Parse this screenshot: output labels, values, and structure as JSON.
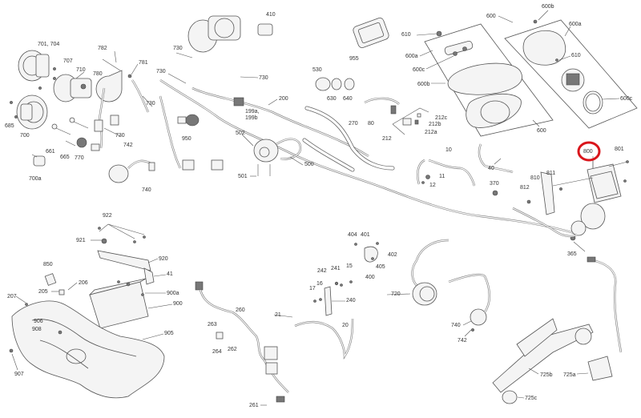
{
  "diagram": {
    "title": "Electrical system exploded parts diagram",
    "highlight": {
      "part": "800",
      "color": "#d9151b"
    },
    "labels": [
      {
        "id": "701-704",
        "text": "701, 704"
      },
      {
        "id": "707",
        "text": "707"
      },
      {
        "id": "710",
        "text": "710"
      },
      {
        "id": "782",
        "text": "782"
      },
      {
        "id": "780",
        "text": "780"
      },
      {
        "id": "781",
        "text": "781"
      },
      {
        "id": "730a",
        "text": "730"
      },
      {
        "id": "685a",
        "text": "685"
      },
      {
        "id": "700",
        "text": "700"
      },
      {
        "id": "730b",
        "text": "730"
      },
      {
        "id": "661",
        "text": "661"
      },
      {
        "id": "665",
        "text": "665"
      },
      {
        "id": "770",
        "text": "770"
      },
      {
        "id": "742a",
        "text": "742"
      },
      {
        "id": "700a",
        "text": "700a"
      },
      {
        "id": "740a",
        "text": "740"
      },
      {
        "id": "410",
        "text": "410"
      },
      {
        "id": "730c",
        "text": "730"
      },
      {
        "id": "730d",
        "text": "730"
      },
      {
        "id": "730e",
        "text": "730"
      },
      {
        "id": "200",
        "text": "200"
      },
      {
        "id": "199",
        "text": "199a,\n199b"
      },
      {
        "id": "950",
        "text": "950"
      },
      {
        "id": "502",
        "text": "502"
      },
      {
        "id": "500",
        "text": "500"
      },
      {
        "id": "501",
        "text": "501"
      },
      {
        "id": "955",
        "text": "955"
      },
      {
        "id": "610a",
        "text": "610"
      },
      {
        "id": "600a1",
        "text": "600a"
      },
      {
        "id": "600c1",
        "text": "600c"
      },
      {
        "id": "600b1",
        "text": "600b"
      },
      {
        "id": "530",
        "text": "530"
      },
      {
        "id": "630",
        "text": "630"
      },
      {
        "id": "640",
        "text": "640"
      },
      {
        "id": "270",
        "text": "270"
      },
      {
        "id": "80",
        "text": "80"
      },
      {
        "id": "212c",
        "text": "212c"
      },
      {
        "id": "212b",
        "text": "212b"
      },
      {
        "id": "212a",
        "text": "212a"
      },
      {
        "id": "212",
        "text": "212"
      },
      {
        "id": "10",
        "text": "10"
      },
      {
        "id": "11",
        "text": "11"
      },
      {
        "id": "12",
        "text": "12"
      },
      {
        "id": "600t",
        "text": "600"
      },
      {
        "id": "600b2",
        "text": "600b"
      },
      {
        "id": "600a2",
        "text": "600a"
      },
      {
        "id": "610b",
        "text": "610"
      },
      {
        "id": "600c2",
        "text": "600c"
      },
      {
        "id": "600m",
        "text": "600"
      },
      {
        "id": "40",
        "text": "40"
      },
      {
        "id": "800",
        "text": "800"
      },
      {
        "id": "801",
        "text": "801"
      },
      {
        "id": "370",
        "text": "370"
      },
      {
        "id": "810",
        "text": "810"
      },
      {
        "id": "811",
        "text": "811"
      },
      {
        "id": "812",
        "text": "812"
      },
      {
        "id": "365",
        "text": "365"
      },
      {
        "id": "922",
        "text": "922"
      },
      {
        "id": "921",
        "text": "921"
      },
      {
        "id": "920",
        "text": "920"
      },
      {
        "id": "850",
        "text": "850"
      },
      {
        "id": "41",
        "text": "41"
      },
      {
        "id": "206",
        "text": "206"
      },
      {
        "id": "205",
        "text": "205"
      },
      {
        "id": "900a",
        "text": "900a"
      },
      {
        "id": "207",
        "text": "207"
      },
      {
        "id": "900",
        "text": "900"
      },
      {
        "id": "906",
        "text": "906"
      },
      {
        "id": "908",
        "text": "908"
      },
      {
        "id": "905",
        "text": "905"
      },
      {
        "id": "907",
        "text": "907"
      },
      {
        "id": "404",
        "text": "404"
      },
      {
        "id": "401",
        "text": "401"
      },
      {
        "id": "402",
        "text": "402"
      },
      {
        "id": "405",
        "text": "405"
      },
      {
        "id": "400",
        "text": "400"
      },
      {
        "id": "242",
        "text": "242"
      },
      {
        "id": "241",
        "text": "241"
      },
      {
        "id": "15",
        "text": "15"
      },
      {
        "id": "17",
        "text": "17"
      },
      {
        "id": "16",
        "text": "16"
      },
      {
        "id": "240",
        "text": "240"
      },
      {
        "id": "260",
        "text": "260"
      },
      {
        "id": "21",
        "text": "21"
      },
      {
        "id": "20",
        "text": "20"
      },
      {
        "id": "263",
        "text": "263"
      },
      {
        "id": "264",
        "text": "264"
      },
      {
        "id": "262",
        "text": "262"
      },
      {
        "id": "261",
        "text": "261"
      },
      {
        "id": "720",
        "text": "720"
      },
      {
        "id": "740b",
        "text": "740"
      },
      {
        "id": "742b",
        "text": "742"
      },
      {
        "id": "725b",
        "text": "725b"
      },
      {
        "id": "725a",
        "text": "725a"
      },
      {
        "id": "725c",
        "text": "725c"
      }
    ]
  }
}
